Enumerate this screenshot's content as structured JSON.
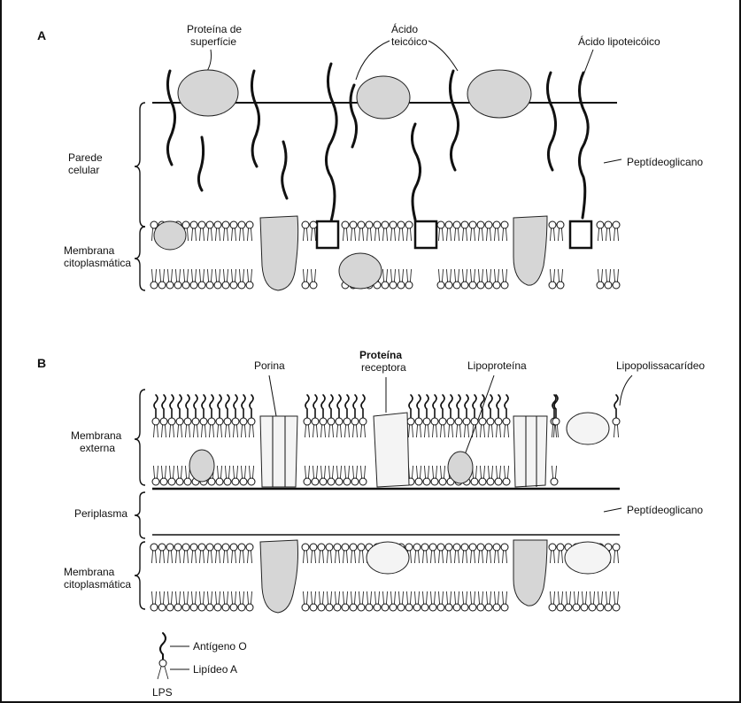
{
  "panel_a": {
    "label": "A",
    "surface_protein": [
      "Proteína de",
      "superfície"
    ],
    "teichoic_acid": [
      "Ácido",
      "teicóico"
    ],
    "lipoteichoic_acid": "Ácido lipoteicóico",
    "cell_wall": [
      "Parede",
      "celular"
    ],
    "peptidoglycan": "Peptídeoglicano",
    "membrane": [
      "Membrana",
      "citoplasmática"
    ]
  },
  "panel_b": {
    "label": "B",
    "porin": "Porina",
    "receptor_protein": [
      "Proteína",
      "receptora"
    ],
    "lipoprotein": "Lipoproteína",
    "lipopolysaccharide": "Lipopolissacarídeo",
    "outer_membrane": [
      "Membrana",
      "externa"
    ],
    "periplasm": "Periplasma",
    "peptidoglycan": "Peptídeoglicano",
    "membrane": [
      "Membrana",
      "citoplasmática"
    ]
  },
  "legend": {
    "o_antigen": "Antígeno O",
    "lipid_a": "Lipídeo A",
    "lps": "LPS"
  }
}
